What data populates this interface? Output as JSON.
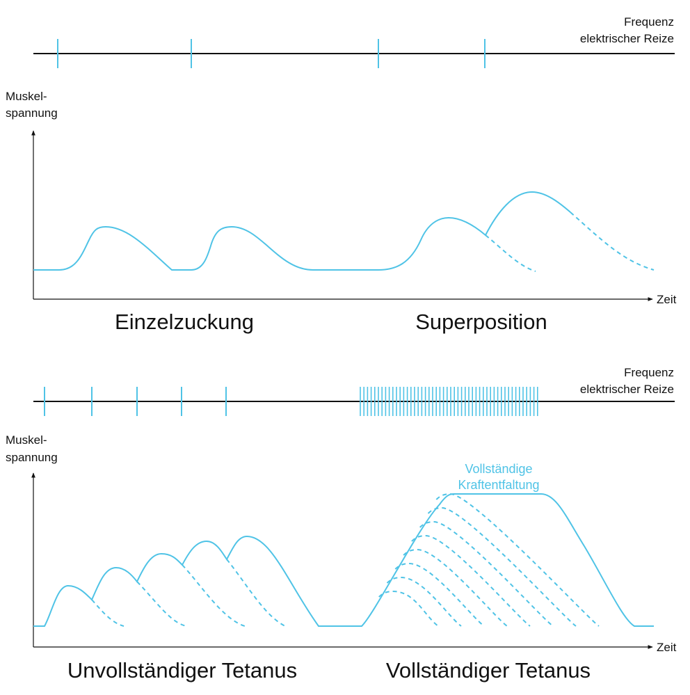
{
  "colors": {
    "curve": "#4fc3e6",
    "axis": "#111111",
    "background": "#ffffff"
  },
  "panels": [
    {
      "stimulus_label": [
        "Frequenz",
        "elektrischer Reize"
      ],
      "y_axis_label": [
        "Muskel-",
        "spannung"
      ],
      "x_axis_label": "Zeit",
      "captions": [
        "Einzelzuckung",
        "Superposition"
      ]
    },
    {
      "stimulus_label": [
        "Frequenz",
        "elektrischer Reize"
      ],
      "y_axis_label": [
        "Muskel-",
        "spannung"
      ],
      "x_axis_label": "Zeit",
      "captions": [
        "Unvollständiger Tetanus",
        "Vollständiger Tetanus"
      ],
      "plateau_label": [
        "Vollständige",
        "Kraftentfaltung"
      ]
    }
  ]
}
